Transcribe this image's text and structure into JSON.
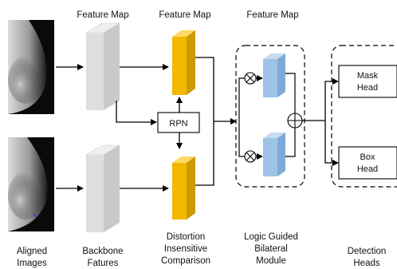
{
  "headers": {
    "col1": "Feature Map",
    "col2": "Feature Map",
    "col3": "Feature Map"
  },
  "boxes": {
    "rpn": "RPN",
    "mask_head": [
      "Mask",
      "Head"
    ],
    "box_head": [
      "Box",
      "Head"
    ]
  },
  "bottom_labels": {
    "aligned_images": [
      "Aligned",
      "Images"
    ],
    "backbone": [
      "Backbone",
      "Fatures"
    ],
    "distortion": [
      "Distortion",
      "Insensitive",
      "Comparison"
    ],
    "logic_guided": [
      "Logic Guided",
      "Bilateral",
      "Module"
    ],
    "detection": [
      "Detection",
      "Heads"
    ]
  },
  "colors": {
    "gray_block": "#d9d9d9",
    "gold_block": "#f2b800",
    "blue_block": "#9dc3e6",
    "line": "#000000"
  },
  "icons": {
    "multiply": "circled-times-icon",
    "add": "circled-plus-icon"
  }
}
